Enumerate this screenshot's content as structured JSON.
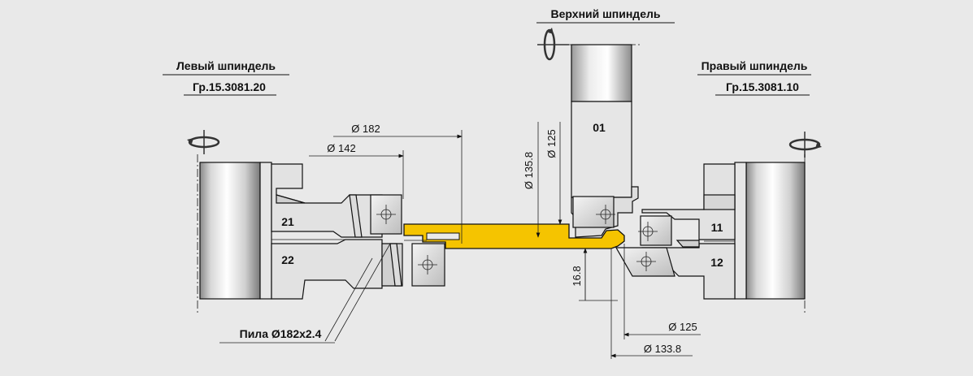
{
  "labels": {
    "top_spindle": "Верхний шпиндель",
    "left_spindle": "Левый шпиндель",
    "left_spindle_code": "Гр.15.3081.20",
    "right_spindle": "Правый шпиндель",
    "right_spindle_code": "Гр.15.3081.10",
    "saw": "Пила Ø182x2.4"
  },
  "tools": {
    "t01": "01",
    "t21": "21",
    "t22": "22",
    "t11": "11",
    "t12": "12"
  },
  "dimensions": {
    "d182": "Ø 182",
    "d142": "Ø 142",
    "d125_vertical": "Ø 125",
    "d135_8": "Ø 135.8",
    "h16_8": "16.8",
    "d125_bottom": "Ø 125",
    "d133_8": "Ø 133.8"
  },
  "colors": {
    "background": "#e9e9e9",
    "workpiece": "#f5c400"
  }
}
